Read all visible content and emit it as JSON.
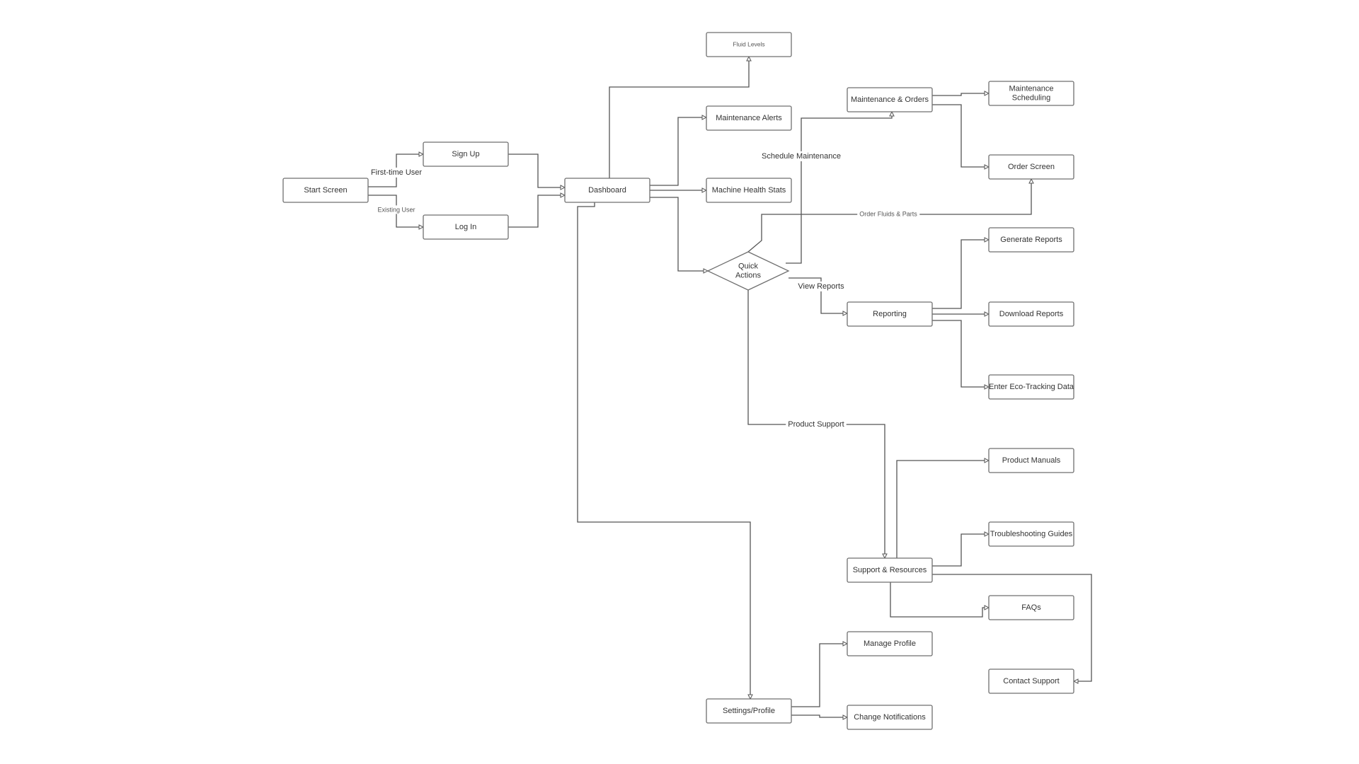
{
  "diagram": {
    "nodes": {
      "start": {
        "lines": [
          "Start Screen"
        ]
      },
      "signup": {
        "lines": [
          "Sign Up"
        ]
      },
      "login": {
        "lines": [
          "Log In"
        ]
      },
      "dashboard": {
        "lines": [
          "Dashboard"
        ]
      },
      "fluid": {
        "lines": [
          "Fluid Levels"
        ]
      },
      "alerts": {
        "lines": [
          "Maintenance Alerts"
        ]
      },
      "health": {
        "lines": [
          "Machine Health Stats"
        ]
      },
      "quick": {
        "lines": [
          "Quick",
          "Actions"
        ]
      },
      "maint_orders": {
        "lines": [
          "Maintenance & Orders"
        ]
      },
      "maint_sched": {
        "lines": [
          "Maintenance",
          "Scheduling"
        ]
      },
      "order_screen": {
        "lines": [
          "Order Screen"
        ]
      },
      "reporting": {
        "lines": [
          "Reporting"
        ]
      },
      "gen_reports": {
        "lines": [
          "Generate Reports"
        ]
      },
      "dl_reports": {
        "lines": [
          "Download Reports"
        ]
      },
      "eco": {
        "lines": [
          "Enter Eco-Tracking Data"
        ]
      },
      "support": {
        "lines": [
          "Support & Resources"
        ]
      },
      "manuals": {
        "lines": [
          "Product Manuals"
        ]
      },
      "trouble": {
        "lines": [
          "Troubleshooting Guides"
        ]
      },
      "faqs": {
        "lines": [
          "FAQs"
        ]
      },
      "contact": {
        "lines": [
          "Contact Support"
        ]
      },
      "settings": {
        "lines": [
          "Settings/Profile"
        ]
      },
      "manage": {
        "lines": [
          "Manage Profile"
        ]
      },
      "notif": {
        "lines": [
          "Change Notifications"
        ]
      }
    },
    "edges": [
      {
        "from": "start",
        "to": "signup",
        "label": "First-time User"
      },
      {
        "from": "start",
        "to": "login",
        "label": "Existing User"
      },
      {
        "from": "signup",
        "to": "dashboard",
        "label": ""
      },
      {
        "from": "login",
        "to": "dashboard",
        "label": ""
      },
      {
        "from": "dashboard",
        "to": "fluid",
        "label": ""
      },
      {
        "from": "dashboard",
        "to": "alerts",
        "label": ""
      },
      {
        "from": "dashboard",
        "to": "health",
        "label": ""
      },
      {
        "from": "dashboard",
        "to": "quick",
        "label": ""
      },
      {
        "from": "dashboard",
        "to": "settings",
        "label": ""
      },
      {
        "from": "quick",
        "to": "maint_orders",
        "label": "Schedule Maintenance"
      },
      {
        "from": "quick",
        "to": "order_screen",
        "label": "Order Fluids & Parts"
      },
      {
        "from": "quick",
        "to": "reporting",
        "label": "View Reports"
      },
      {
        "from": "quick",
        "to": "support",
        "label": "Product Support"
      },
      {
        "from": "maint_orders",
        "to": "maint_sched",
        "label": ""
      },
      {
        "from": "maint_orders",
        "to": "order_screen",
        "label": ""
      },
      {
        "from": "reporting",
        "to": "gen_reports",
        "label": ""
      },
      {
        "from": "reporting",
        "to": "dl_reports",
        "label": ""
      },
      {
        "from": "reporting",
        "to": "eco",
        "label": ""
      },
      {
        "from": "support",
        "to": "manuals",
        "label": ""
      },
      {
        "from": "support",
        "to": "trouble",
        "label": ""
      },
      {
        "from": "support",
        "to": "faqs",
        "label": ""
      },
      {
        "from": "support",
        "to": "contact",
        "label": ""
      },
      {
        "from": "settings",
        "to": "manage",
        "label": ""
      },
      {
        "from": "settings",
        "to": "notif",
        "label": ""
      }
    ]
  }
}
